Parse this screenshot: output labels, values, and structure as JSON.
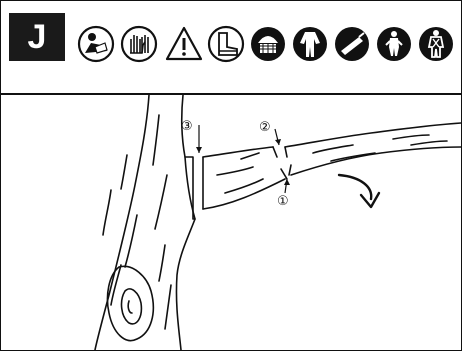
{
  "header": {
    "step_letter": "J",
    "icons": [
      "read-manual-icon",
      "gloves-icon",
      "warning-triangle-icon",
      "safety-boots-icon",
      "helmet-visor-earmuffs-icon",
      "protective-coverall-icon",
      "dust-mask-icon",
      "fall-protection-harness-icon",
      "full-body-harness-icon"
    ]
  },
  "illustration": {
    "cut_labels": [
      "①",
      "②",
      "③"
    ],
    "fall_direction": "down-right"
  }
}
